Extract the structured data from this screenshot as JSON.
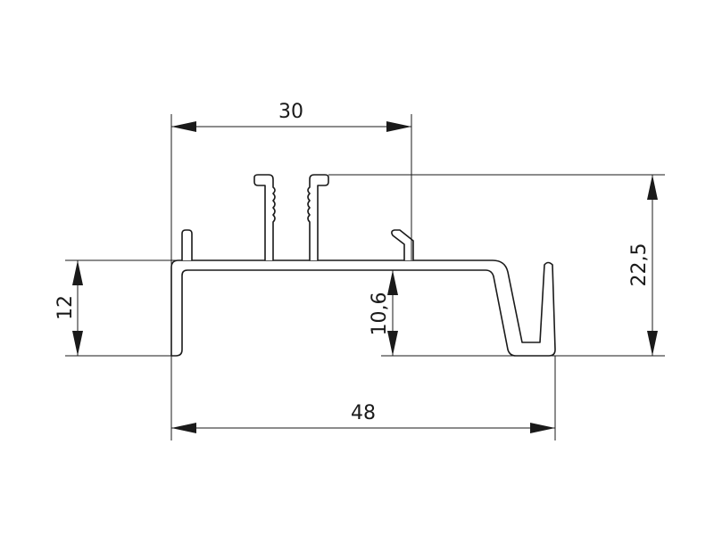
{
  "dimensions": {
    "top_width": "30",
    "overall_width": "48",
    "height_left": "12",
    "height_inner": "10,6",
    "height_total": "22,5"
  }
}
